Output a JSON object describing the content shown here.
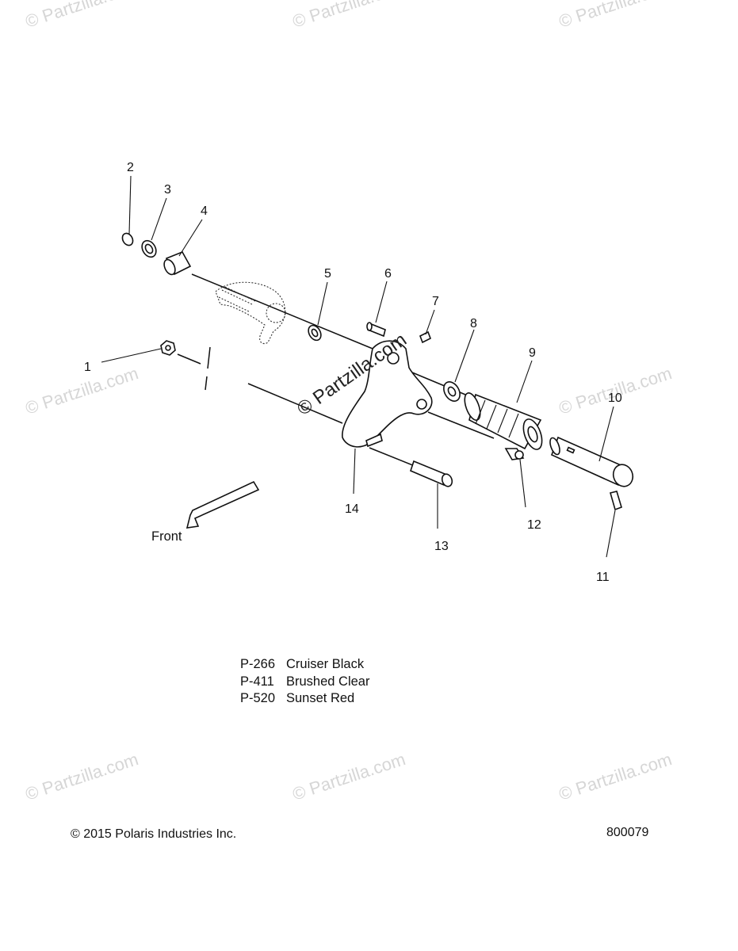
{
  "callouts": [
    {
      "label": "1"
    },
    {
      "label": "2"
    },
    {
      "label": "3"
    },
    {
      "label": "4"
    },
    {
      "label": "5"
    },
    {
      "label": "6"
    },
    {
      "label": "7"
    },
    {
      "label": "8"
    },
    {
      "label": "9"
    },
    {
      "label": "10"
    },
    {
      "label": "11"
    },
    {
      "label": "12"
    },
    {
      "label": "13"
    },
    {
      "label": "14"
    }
  ],
  "front_label": "Front",
  "legend": [
    {
      "code": "P-266",
      "name": "Cruiser Black"
    },
    {
      "code": "P-411",
      "name": "Brushed Clear"
    },
    {
      "code": "P-520",
      "name": "Sunset Red"
    }
  ],
  "copyright": "© 2015 Polaris Industries Inc.",
  "diagram_number": "800079",
  "watermark": "© Partzilla.com",
  "watermark_center": "© Partzilla.com"
}
